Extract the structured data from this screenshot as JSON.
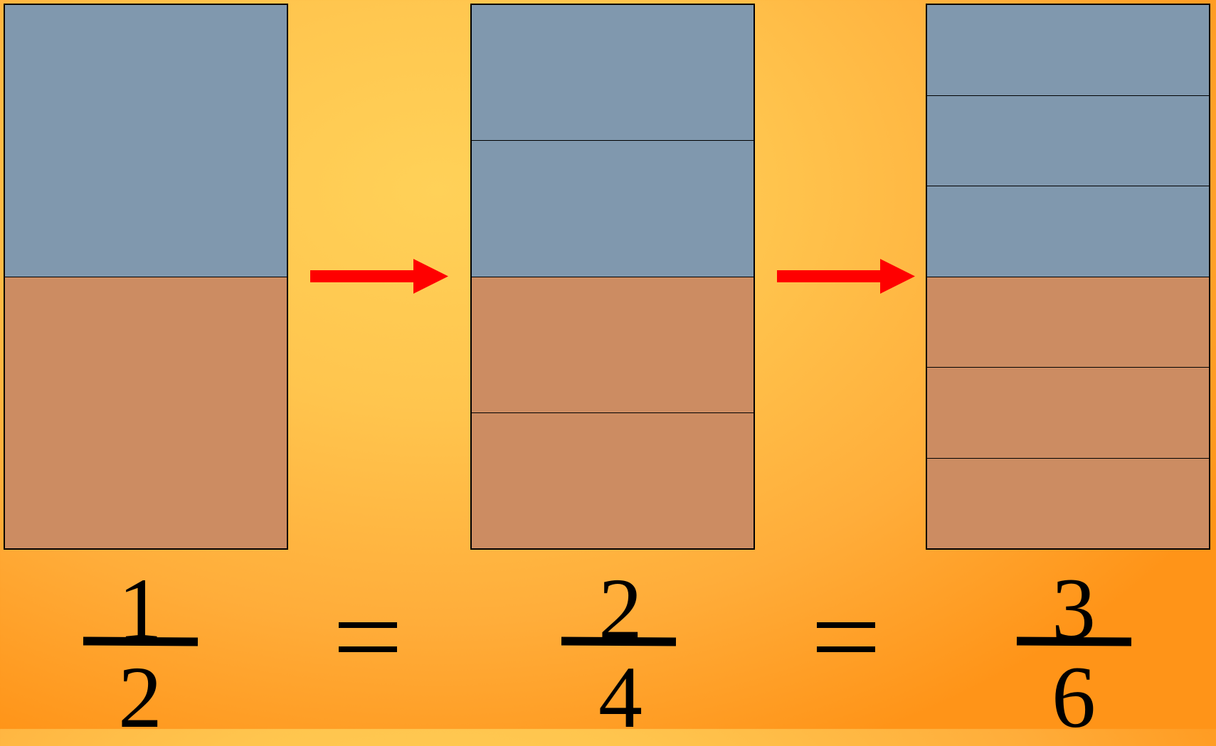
{
  "diagram": {
    "colors": {
      "shaded": "#8098ae",
      "unshaded": "#cc8c62",
      "arrow": "#ff0000",
      "outline": "#000000"
    },
    "bars": [
      {
        "parts": 2,
        "shaded": 1,
        "numerator": "1",
        "denominator": "2"
      },
      {
        "parts": 4,
        "shaded": 2,
        "numerator": "2",
        "denominator": "4"
      },
      {
        "parts": 6,
        "shaded": 3,
        "numerator": "3",
        "denominator": "6"
      }
    ],
    "equals_symbol": "=",
    "arrow_icon": "right-arrow-icon"
  }
}
